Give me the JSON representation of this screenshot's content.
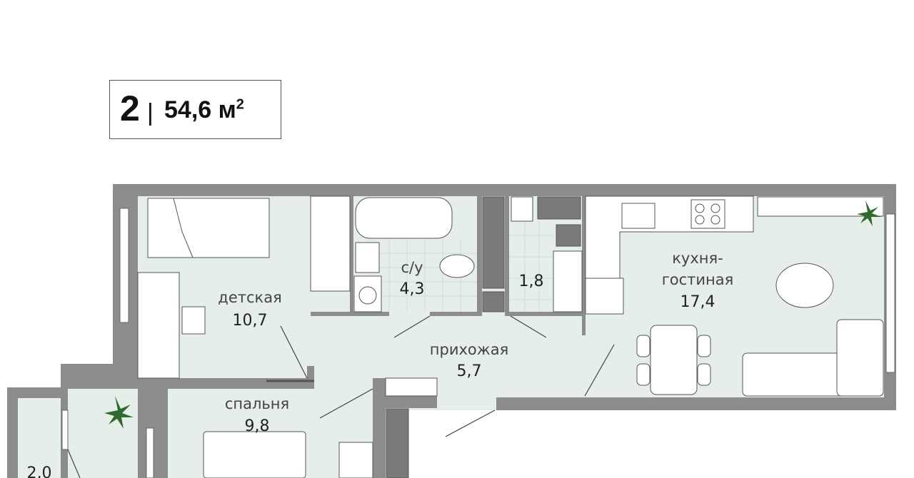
{
  "header": {
    "rooms_count": "2",
    "separator": "|",
    "area": "54,6 м",
    "area_unit_sup": "2"
  },
  "rooms": [
    {
      "name": "детская",
      "area": "10,7"
    },
    {
      "name": "с/у",
      "area": "4,3"
    },
    {
      "name": "",
      "area": "1,8"
    },
    {
      "name_line1": "кухня-",
      "name_line2": "гостиная",
      "area": "17,4"
    },
    {
      "name": "прихожая",
      "area": "5,7"
    },
    {
      "name": "спальня",
      "area": "9,8"
    },
    {
      "name": "",
      "area": "2,0"
    }
  ],
  "colors": {
    "floor": "#e5eee9",
    "wall": "#8c8c8c",
    "dark_block": "#7a7a7a",
    "plant": "#2f6b2f"
  }
}
